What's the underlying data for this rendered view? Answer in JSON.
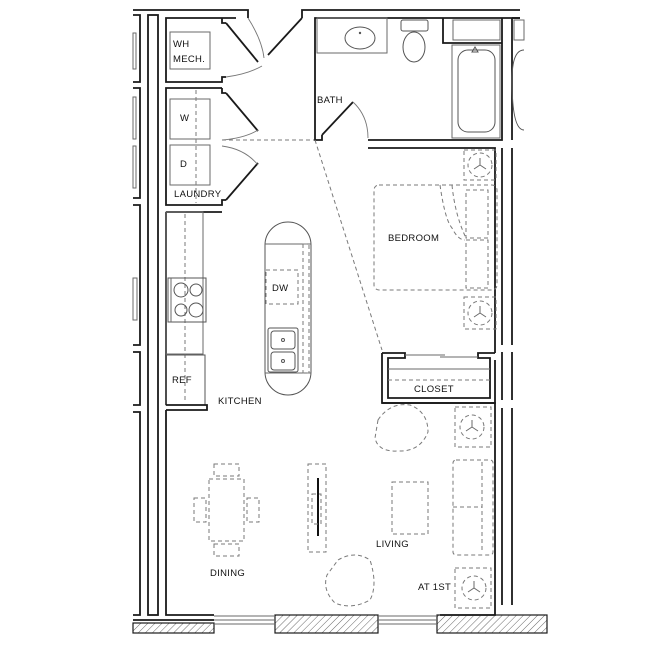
{
  "floor_plan": {
    "rooms": [
      {
        "id": "wh_mech",
        "label_line1": "WH",
        "label_line2": "MECH."
      },
      {
        "id": "laundry",
        "label": "LAUNDRY",
        "appliances": [
          "W",
          "D"
        ]
      },
      {
        "id": "bath",
        "label": "BATH"
      },
      {
        "id": "bedroom",
        "label": "BEDROOM"
      },
      {
        "id": "closet",
        "label": "CLOSET"
      },
      {
        "id": "kitchen",
        "label": "KITCHEN",
        "appliances": [
          "DW",
          "REF"
        ]
      },
      {
        "id": "dining",
        "label": "DINING"
      },
      {
        "id": "living",
        "label": "LIVING"
      }
    ],
    "labels": {
      "wh": "WH",
      "mech": "MECH.",
      "washer": "W",
      "dryer": "D",
      "laundry": "LAUNDRY",
      "bath": "BATH",
      "bedroom": "BEDROOM",
      "closet": "CLOSET",
      "dishwasher": "DW",
      "ref": "REF",
      "kitchen": "KITCHEN",
      "dining": "DINING",
      "living": "LIVING",
      "note": "AT 1ST"
    }
  }
}
